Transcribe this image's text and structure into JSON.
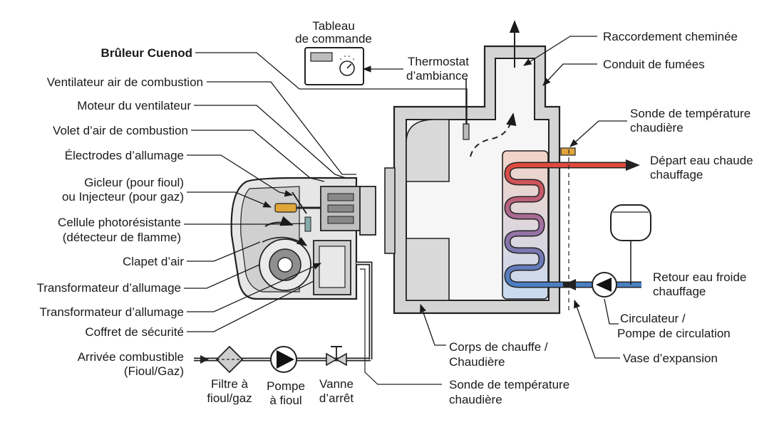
{
  "labels": {
    "tableau": [
      "Tableau",
      "de commande"
    ],
    "bruleur": "Brûleur Cuenod",
    "ventilateur": "Ventilateur air de combustion",
    "moteur": "Moteur du ventilateur",
    "volet": "Volet d’air de combustion",
    "electrodes": "Électrodes d’allumage",
    "gicleur": [
      "Gicleur (pour fioul)",
      "ou Injecteur (pour gaz)"
    ],
    "cellule": [
      "Cellule photorésistante",
      "(détecteur de flamme)"
    ],
    "clapet": "Clapet d’air",
    "transfo1": "Transformateur d’allumage",
    "transfo2": "Transformateur d’allumage",
    "coffret": "Coffret de sécurité",
    "arrivee": [
      "Arrivée combustible",
      "(Fioul/Gaz)"
    ],
    "filtre": [
      "Filtre à",
      "fioul/gaz"
    ],
    "pompe": [
      "Pompe",
      "à fioul"
    ],
    "vanne": [
      "Vanne",
      "d’arrêt"
    ],
    "thermostat": [
      "Thermostat",
      "d’ambiance"
    ],
    "raccordement": "Raccordement cheminée",
    "conduit": "Conduit de fumées",
    "sonde_haut": [
      "Sonde de température",
      "chaudière"
    ],
    "depart": [
      "Départ eau chaude",
      "chauffage"
    ],
    "retour": [
      "Retour eau froide",
      "chauffage"
    ],
    "circulateur": [
      "Circulateur /",
      "Pompe de circulation"
    ],
    "vase": "Vase d’expansion",
    "corps": [
      "Corps de chauffe /",
      "Chaudière"
    ],
    "sonde_bas": [
      "Sonde de température",
      "chaudière"
    ]
  },
  "colors": {
    "hot": "#e0483c",
    "cold": "#4a7fc4",
    "outline": "#222222",
    "wall": "#d4d4d4",
    "fitting": "#e0a63a"
  }
}
